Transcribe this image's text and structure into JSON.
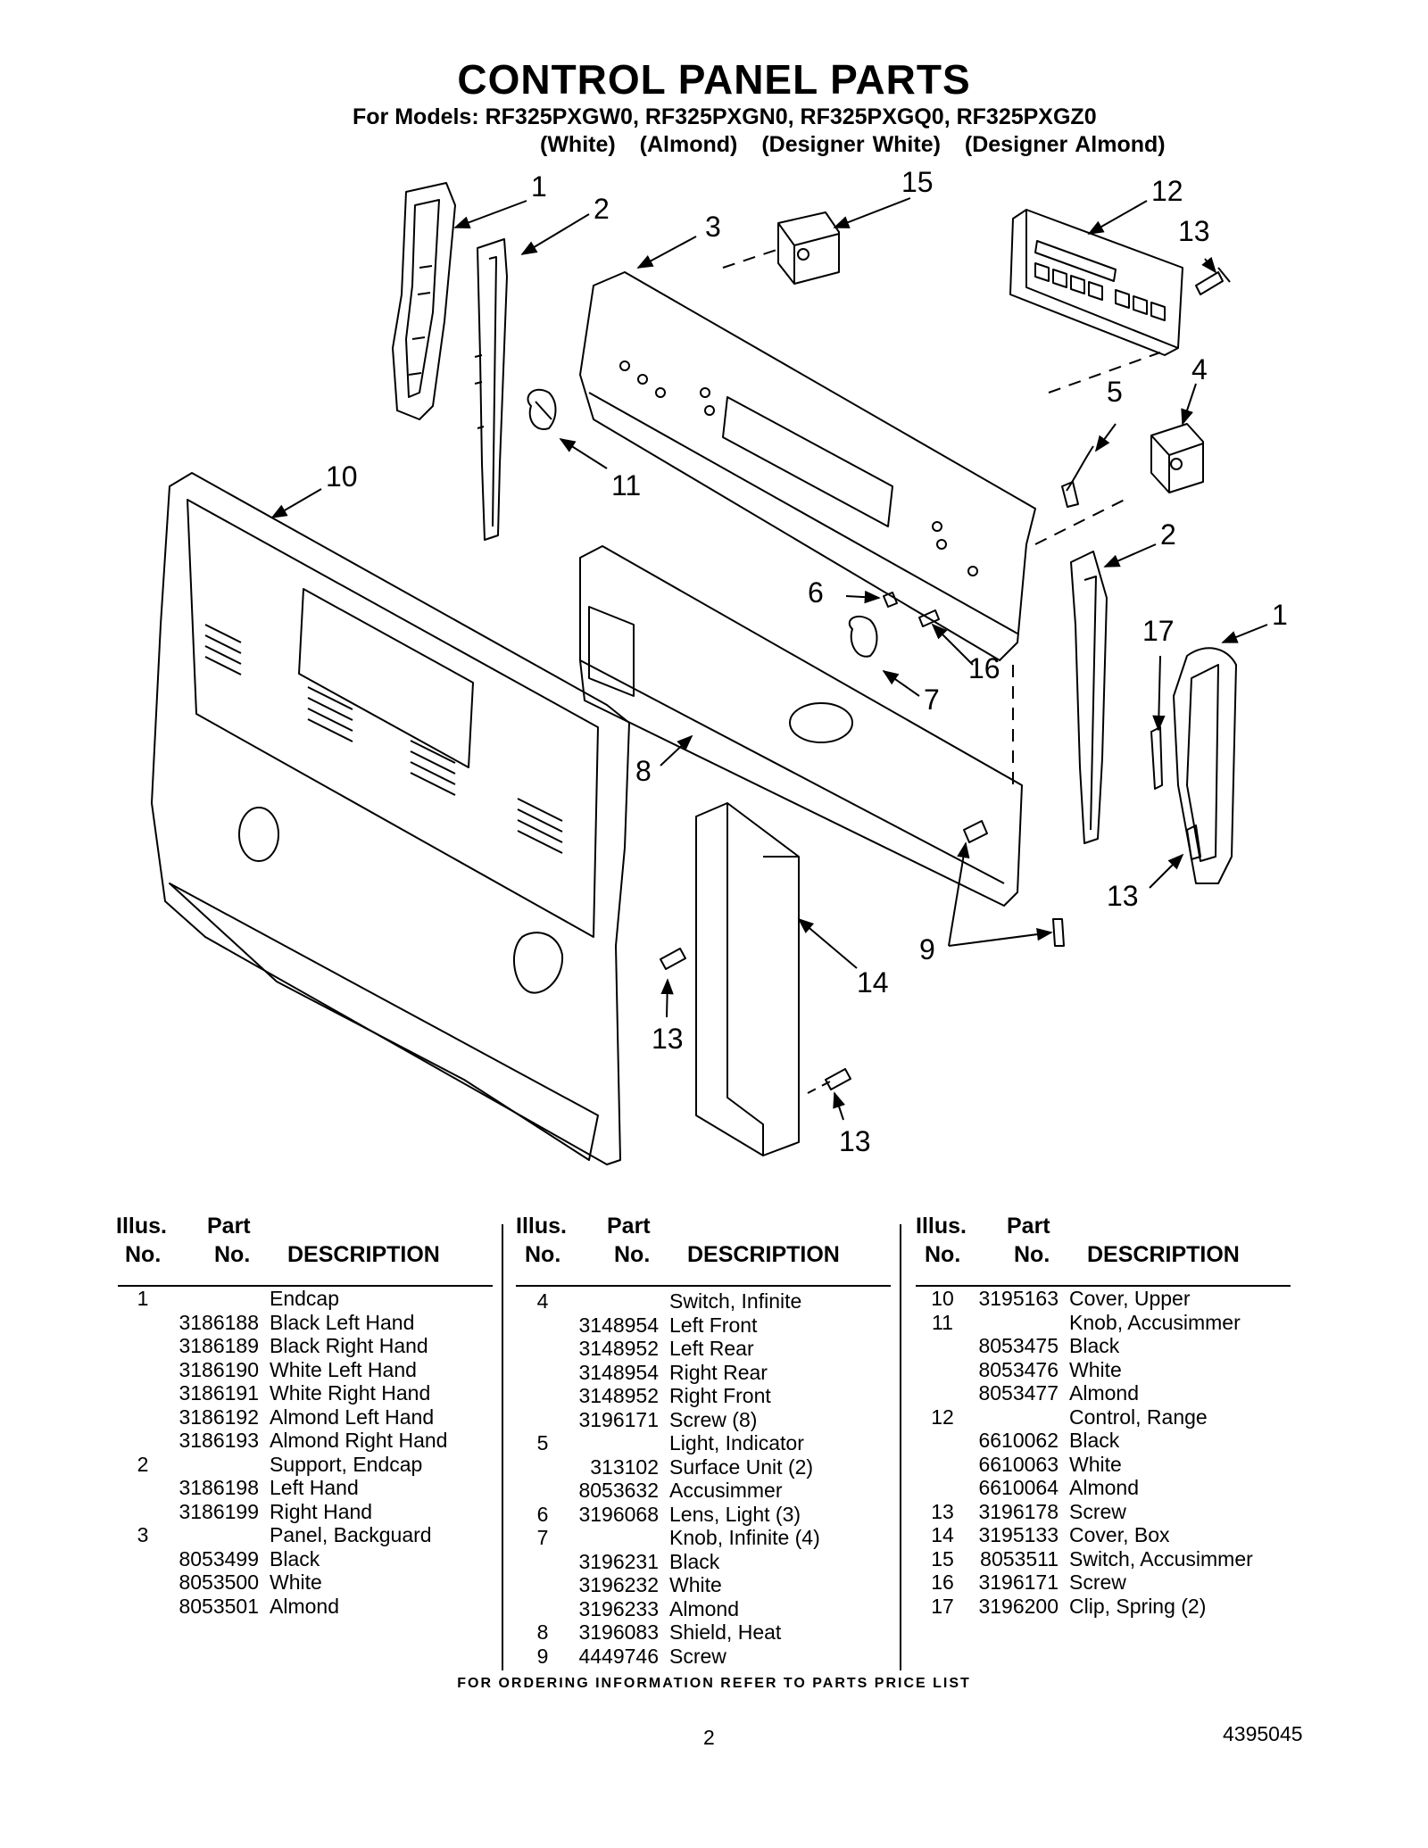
{
  "header": {
    "title": "CONTROL PANEL PARTS",
    "models_line": "For Models: RF325PXGW0, RF325PXGN0, RF325PXGQ0, RF325PXGZ0",
    "colors": [
      "(White)",
      "(Almond)",
      "(Designer White)",
      "(Designer Almond)"
    ]
  },
  "diagram": {
    "callouts": [
      "1",
      "2",
      "15",
      "3",
      "12",
      "13",
      "4",
      "5",
      "11",
      "10",
      "2",
      "6",
      "17",
      "1",
      "16",
      "7",
      "8",
      "13",
      "9",
      "14",
      "13",
      "13"
    ]
  },
  "table": {
    "headers": {
      "illus": [
        "Illus.",
        "No."
      ],
      "part": [
        "Part",
        "No."
      ],
      "desc": "DESCRIPTION"
    },
    "columns": [
      [
        {
          "illus": "1",
          "part": "",
          "desc": "Endcap"
        },
        {
          "illus": "",
          "part": "3186188",
          "desc": "Black Left Hand"
        },
        {
          "illus": "",
          "part": "3186189",
          "desc": "Black Right Hand"
        },
        {
          "illus": "",
          "part": "3186190",
          "desc": "White Left Hand"
        },
        {
          "illus": "",
          "part": "3186191",
          "desc": "White Right Hand"
        },
        {
          "illus": "",
          "part": "3186192",
          "desc": "Almond Left Hand"
        },
        {
          "illus": "",
          "part": "3186193",
          "desc": "Almond Right Hand"
        },
        {
          "illus": "2",
          "part": "",
          "desc": "Support, Endcap"
        },
        {
          "illus": "",
          "part": "3186198",
          "desc": "Left Hand"
        },
        {
          "illus": "",
          "part": "3186199",
          "desc": "Right Hand"
        },
        {
          "illus": "3",
          "part": "",
          "desc": "Panel, Backguard"
        },
        {
          "illus": "",
          "part": "8053499",
          "desc": "Black"
        },
        {
          "illus": "",
          "part": "8053500",
          "desc": "White"
        },
        {
          "illus": "",
          "part": "8053501",
          "desc": "Almond"
        }
      ],
      [
        {
          "illus": "4",
          "part": "",
          "desc": "Switch, Infinite"
        },
        {
          "illus": "",
          "part": "3148954",
          "desc": "Left Front"
        },
        {
          "illus": "",
          "part": "3148952",
          "desc": "Left Rear"
        },
        {
          "illus": "",
          "part": "3148954",
          "desc": "Right Rear"
        },
        {
          "illus": "",
          "part": "3148952",
          "desc": "Right Front"
        },
        {
          "illus": "",
          "part": "3196171",
          "desc": "Screw (8)"
        },
        {
          "illus": "5",
          "part": "",
          "desc": "Light, Indicator"
        },
        {
          "illus": "",
          "part": "313102",
          "desc": "Surface Unit (2)"
        },
        {
          "illus": "",
          "part": "8053632",
          "desc": "Accusimmer"
        },
        {
          "illus": "6",
          "part": "3196068",
          "desc": "Lens, Light (3)"
        },
        {
          "illus": "7",
          "part": "",
          "desc": "Knob, Infinite (4)"
        },
        {
          "illus": "",
          "part": "3196231",
          "desc": "Black"
        },
        {
          "illus": "",
          "part": "3196232",
          "desc": "White"
        },
        {
          "illus": "",
          "part": "3196233",
          "desc": "Almond"
        },
        {
          "illus": "8",
          "part": "3196083",
          "desc": "Shield, Heat"
        },
        {
          "illus": "9",
          "part": "4449746",
          "desc": "Screw"
        }
      ],
      [
        {
          "illus": "10",
          "part": "3195163",
          "desc": "Cover, Upper"
        },
        {
          "illus": "11",
          "part": "",
          "desc": "Knob, Accusimmer"
        },
        {
          "illus": "",
          "part": "8053475",
          "desc": "Black"
        },
        {
          "illus": "",
          "part": "8053476",
          "desc": "White"
        },
        {
          "illus": "",
          "part": "8053477",
          "desc": "Almond"
        },
        {
          "illus": "12",
          "part": "",
          "desc": "Control, Range"
        },
        {
          "illus": "",
          "part": "6610062",
          "desc": "Black"
        },
        {
          "illus": "",
          "part": "6610063",
          "desc": "White"
        },
        {
          "illus": "",
          "part": "6610064",
          "desc": "Almond"
        },
        {
          "illus": "13",
          "part": "3196178",
          "desc": "Screw"
        },
        {
          "illus": "14",
          "part": "3195133",
          "desc": "Cover, Box"
        },
        {
          "illus": "15",
          "part": "8053511",
          "desc": "Switch, Accusimmer"
        },
        {
          "illus": "16",
          "part": "3196171",
          "desc": "Screw"
        },
        {
          "illus": "17",
          "part": "3196200",
          "desc": "Clip, Spring (2)"
        }
      ]
    ]
  },
  "footer": {
    "ordering_note": "FOR ORDERING INFORMATION REFER TO PARTS PRICE LIST",
    "page_number": "2",
    "document_number": "4395045"
  }
}
